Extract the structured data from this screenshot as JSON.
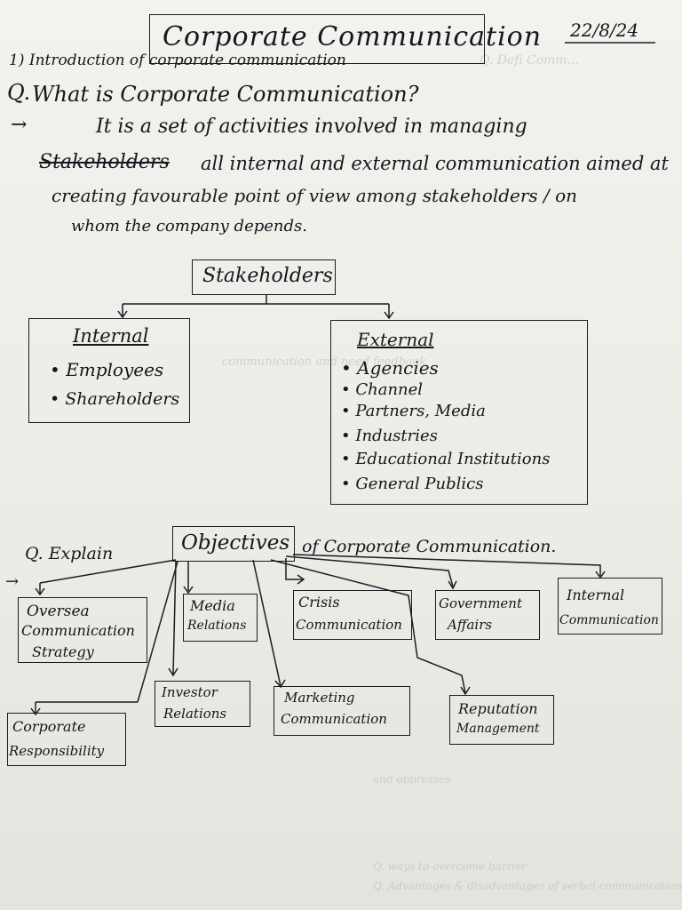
{
  "header": {
    "title": "Corporate Communication",
    "date": "22/8/24",
    "subtitle": "1) Introduction of corporate communication"
  },
  "question1": {
    "prefix": "Q.",
    "text": "What is Corporate Communication?",
    "answer_line1": "It is a set of activities involved in managing",
    "answer_struck": "Stakeholders",
    "answer_line2": "all internal and external communication aimed at",
    "answer_line3": "creating favourable point of view among stakeholders / on",
    "answer_line4": "whom the company depends."
  },
  "stakeholders": {
    "title": "Stakeholders",
    "internal": {
      "heading": "Internal",
      "items": [
        "Employees",
        "Shareholders"
      ]
    },
    "external": {
      "heading": "External",
      "items": [
        "Agencies",
        "Channel",
        "Partners, Media",
        "Industries",
        "Educational Institutions",
        "General Publics"
      ]
    }
  },
  "question2": {
    "prefix": "Q. Explain",
    "box": "Objectives",
    "rest": "of Corporate Communication."
  },
  "objectives": {
    "oversea": [
      "Oversea",
      "Communication",
      "Strategy"
    ],
    "media": [
      "Media",
      "Relations"
    ],
    "crisis": [
      "Crisis",
      "Communication"
    ],
    "government": [
      "Government",
      "Affairs"
    ],
    "internal": [
      "Internal",
      "Communication"
    ],
    "investor": [
      "Investor",
      "Relations"
    ],
    "marketing": [
      "Marketing",
      "Communication"
    ],
    "reputation": [
      "Reputation",
      "Management"
    ],
    "responsibility": [
      "Corporate",
      "Responsibility"
    ]
  }
}
